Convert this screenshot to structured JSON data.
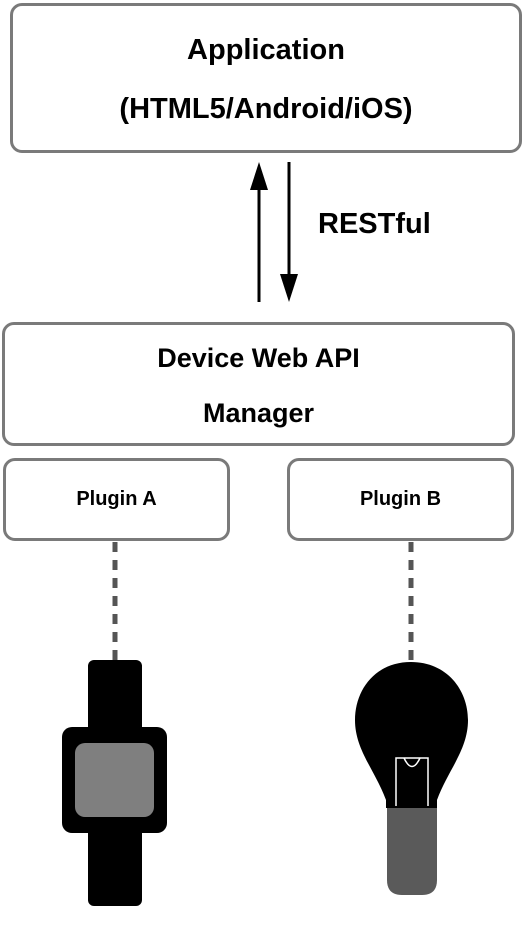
{
  "application": {
    "title": "Application",
    "platforms": "(HTML5/Android/iOS)"
  },
  "protocol_label": "RESTful",
  "manager": {
    "line1": "Device Web API",
    "line2": "Manager"
  },
  "plugins": [
    {
      "label": "Plugin A",
      "device": "smartwatch"
    },
    {
      "label": "Plugin B",
      "device": "light bulb"
    }
  ],
  "colors": {
    "box_border": "#7a7a7a",
    "dash": "#555555",
    "device_body": "#000000",
    "watch_screen": "#7f7f7f",
    "bulb_base": "#5a5a5a"
  }
}
